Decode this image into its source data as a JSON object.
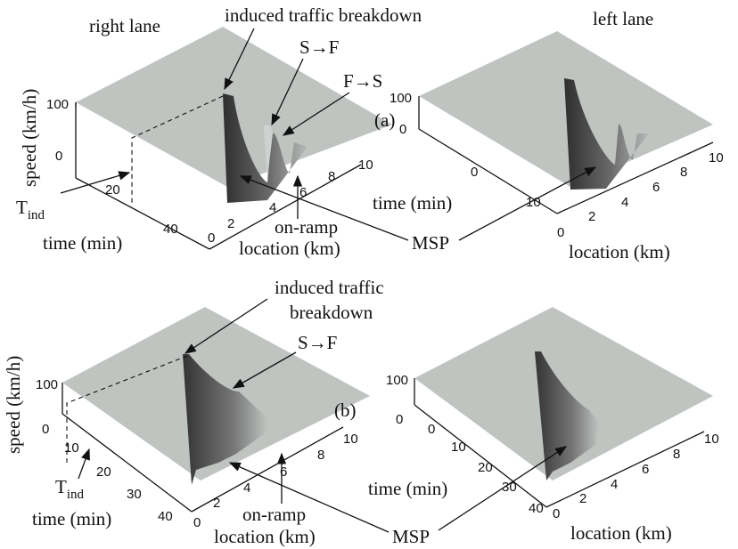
{
  "panels": {
    "a": {
      "tag": "(a)",
      "right": {
        "title": "right lane",
        "z_label": "speed (km/h)",
        "z_ticks": [
          "0",
          "100"
        ],
        "time_label": "time (min)",
        "time_ticks": [
          "20",
          "40"
        ],
        "loc_label": "location (km)",
        "loc_ticks": [
          "0",
          "2",
          "4",
          "6",
          "8",
          "10"
        ],
        "t_ind": "T",
        "t_ind_sub": "ind",
        "ann_breakdown": "induced traffic breakdown",
        "ann_sf": "S→F",
        "ann_fs": "F→S",
        "ann_onramp": "on-ramp"
      },
      "left": {
        "title": "left lane",
        "z_ticks": [
          "0",
          "100"
        ],
        "time_label": "time (min)",
        "time_ticks": [
          "0",
          "10"
        ],
        "loc_label": "location (km)",
        "loc_ticks": [
          "0",
          "2",
          "4",
          "6",
          "8",
          "10"
        ]
      },
      "msp": "MSP"
    },
    "b": {
      "tag": "(b)",
      "right": {
        "z_label": "speed (km/h)",
        "z_ticks": [
          "0",
          "100"
        ],
        "time_label": "time (min)",
        "time_ticks": [
          "10",
          "20",
          "30",
          "40"
        ],
        "loc_label": "location (km)",
        "loc_ticks": [
          "0",
          "2",
          "4",
          "6",
          "8",
          "10"
        ],
        "t_ind": "T",
        "t_ind_sub": "ind",
        "ann_breakdown_1": "induced traffic",
        "ann_breakdown_2": "breakdown",
        "ann_sf": "S→F",
        "ann_onramp": "on-ramp"
      },
      "left": {
        "z_ticks": [
          "0",
          "100"
        ],
        "time_label": "time (min)",
        "time_ticks": [
          "0",
          "10",
          "20",
          "30",
          "40"
        ],
        "loc_label": "location (km)",
        "loc_ticks": [
          "0",
          "2",
          "4",
          "6",
          "8",
          "10"
        ]
      },
      "msp": "MSP"
    }
  }
}
